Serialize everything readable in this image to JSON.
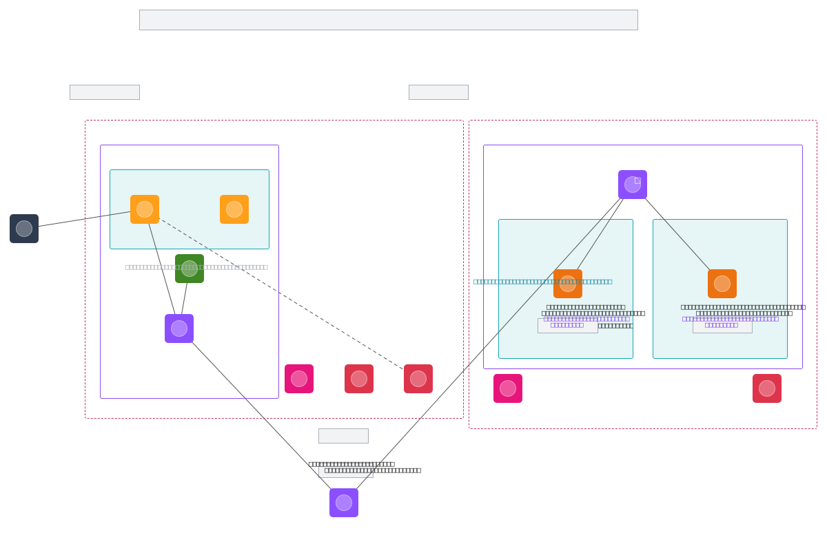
{
  "diagram": {
    "colors": {
      "account_border": "#c7335f",
      "vpc_border": "#8a4cf0",
      "subnet_border": "#19a5b5",
      "subnet_fill": "#e6f5f6",
      "orange": "#ff9f1a",
      "dark_orange": "#ec7211",
      "purple": "#8c4fff",
      "green": "#3f8624",
      "magenta": "#e7157b",
      "red": "#dd344c",
      "slate": "#2e3b4e",
      "edge": "#555555"
    },
    "nodes": [
      {
        "id": "n_left",
        "icon": "user-icon",
        "color": "#2e3b4e"
      },
      {
        "id": "n_o1",
        "icon": "compute-icon",
        "color": "#ff9f1a"
      },
      {
        "id": "n_o2",
        "icon": "compute-icon",
        "color": "#ff9f1a"
      },
      {
        "id": "n_g1",
        "icon": "storage-icon",
        "color": "#3f8624"
      },
      {
        "id": "n_p1",
        "icon": "network-icon",
        "color": "#8c4fff"
      },
      {
        "id": "n_m1",
        "icon": "integration-icon",
        "color": "#e7157b"
      },
      {
        "id": "n_r1",
        "icon": "database-icon",
        "color": "#dd344c"
      },
      {
        "id": "n_r2",
        "icon": "database-icon",
        "color": "#dd344c"
      },
      {
        "id": "n_pb",
        "icon": "network-icon",
        "color": "#8c4fff"
      },
      {
        "id": "n_pr",
        "icon": "network-icon",
        "color": "#8c4fff",
        "glyph": "□"
      },
      {
        "id": "n_o3",
        "icon": "compute-icon",
        "color": "#ec7211"
      },
      {
        "id": "n_o4",
        "icon": "compute-icon",
        "color": "#ec7211"
      },
      {
        "id": "n_m2",
        "icon": "integration-icon",
        "color": "#e7157b"
      },
      {
        "id": "n_r3",
        "icon": "database-icon",
        "color": "#dd344c"
      }
    ],
    "edges": [
      {
        "from": "n_left",
        "to": "n_o1",
        "style": "solid"
      },
      {
        "from": "n_o1",
        "to": "n_p1",
        "style": "solid"
      },
      {
        "from": "n_g1",
        "to": "n_p1",
        "style": "solid"
      },
      {
        "from": "n_p1",
        "to": "n_pb",
        "style": "solid"
      },
      {
        "from": "n_r2",
        "to": "n_o1",
        "style": "dashed"
      },
      {
        "from": "n_pb",
        "to": "n_pr",
        "style": "solid"
      },
      {
        "from": "n_pr",
        "to": "n_o3",
        "style": "solid"
      },
      {
        "from": "n_pr",
        "to": "n_o4",
        "style": "solid"
      }
    ],
    "texts": {
      "t_leftsub": "□□□□□□□□□□□□□□□□□□□□□□□□□□□□□□□□□□□□□□□□",
      "t_rightsub": "□□□□□□□□□□□□□□□□□□□□□□□□□□□□□□□□□□□□□□□",
      "t_o3_a": "□□□□□□□□□□□□□□□□□□□□□□",
      "t_o3_b": "□□□□□□□□□□□□□□□□□□□□□□□□□□□□□",
      "t_o3_c": "□□□□□□□□□□□□□□□□□□□□□□□□",
      "t_o3_d": "□□□□□□□□□",
      "t_o3_e": "□□□□□□□□□□□□□□□□□□□□□□□□□□□",
      "t_o4_a": "□□□□□□□□□□□□□□□□□□□□□□□□□□□□□□□□□□□",
      "t_o4_b": "□□□□□□□□□□□□□□□□□□□□□□□□□□□",
      "t_o4_c": "□□□□□□□□□□□□□□□□□□□□□□□□□□□",
      "t_o4_d": "□□□□□□□□□",
      "t_bot_a": "□□□□□□□□□□□□□□□□□□□□□□□□",
      "t_bot_b": "□□□□□□□□□□□□□□□□□□□□□□□□□□□"
    }
  }
}
